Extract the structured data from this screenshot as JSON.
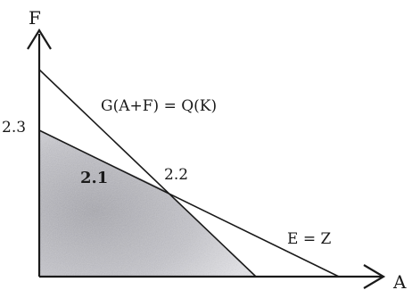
{
  "axes": {
    "y_label": "F",
    "x_label": "A"
  },
  "labels": {
    "constraint_line": "G(A+F) = Q(K)",
    "budget_line": "E = Z",
    "y_intercept": "2.3",
    "region": "2.1",
    "intersection": "2.2"
  },
  "colors": {
    "line": "#1a1a1a",
    "shade": "#b9b9bf"
  }
}
